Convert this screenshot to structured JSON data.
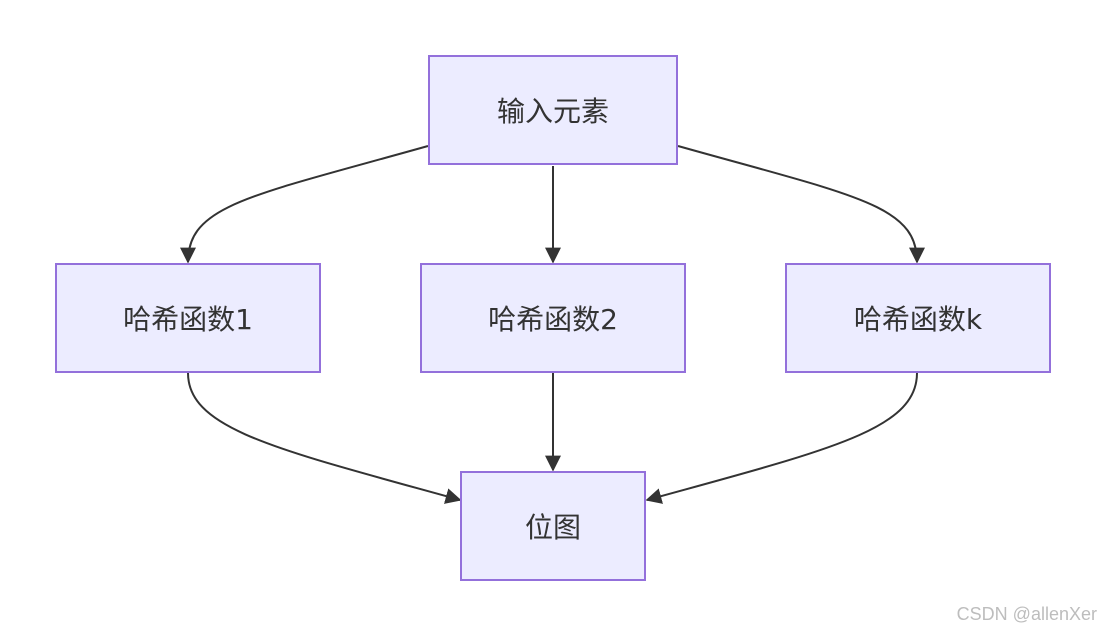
{
  "nodes": {
    "input": "输入元素",
    "hash1": "哈希函数1",
    "hash2": "哈希函数2",
    "hashk": "哈希函数k",
    "bitmap": "位图"
  },
  "edges": [
    {
      "from": "input",
      "to": "hash1"
    },
    {
      "from": "input",
      "to": "hash2"
    },
    {
      "from": "input",
      "to": "hashk"
    },
    {
      "from": "hash1",
      "to": "bitmap"
    },
    {
      "from": "hash2",
      "to": "bitmap"
    },
    {
      "from": "hashk",
      "to": "bitmap"
    }
  ],
  "colors": {
    "node_fill": "#ececff",
    "node_border": "#9370db",
    "edge": "#333333",
    "text": "#333333"
  },
  "watermark": "CSDN @allenXer"
}
